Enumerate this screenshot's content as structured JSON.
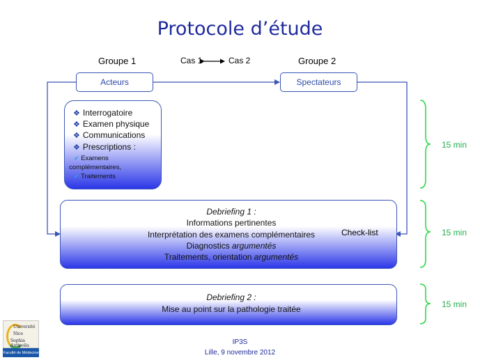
{
  "title": "Protocole d’étude",
  "groups": {
    "group1_label": "Groupe 1",
    "group2_label": "Groupe 2",
    "cas1": "Cas 1",
    "cas2": "Cas 2",
    "role1": "Acteurs",
    "role2": "Spectateurs"
  },
  "actions": {
    "items": [
      "Interrogatoire",
      "Examen physique",
      "Communications",
      "Prescriptions :"
    ],
    "sub_line1": "Examens",
    "sub_line2": "complémentaires,",
    "sub_line3": "Traitements"
  },
  "debriefing1": {
    "title": "Debriefing 1 :",
    "line1": "Informations pertinentes",
    "line2": "Interprétation des examens complémentaires",
    "line3_plain": "Diagnostics ",
    "line3_em": "argumentés",
    "line4_plain": "Traitements, orientation ",
    "line4_em": "argumentés"
  },
  "checklist": "Check-list",
  "debriefing2": {
    "title": "Debriefing 2 :",
    "line1": "Mise au point sur la pathologie traitée"
  },
  "times": [
    "15 min",
    "15 min",
    "15 min"
  ],
  "footer": {
    "line1": "IP3S",
    "line2": "Lille, 9 novembre  2012"
  },
  "logo": {
    "l1": "Université",
    "l2": "Nice",
    "l3": "Sophia Antipolis",
    "faculty": "Faculté de Médecine"
  },
  "colors": {
    "title": "#1f2a9c",
    "accent": "#2b37e8",
    "lines": "#3a55b8",
    "time": "#1fb24a",
    "check": "#29a5e0"
  }
}
